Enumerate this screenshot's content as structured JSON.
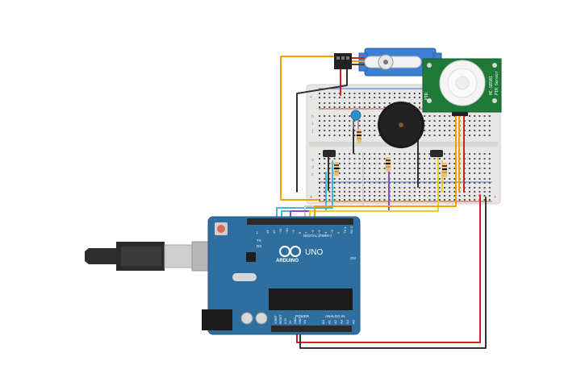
{
  "canvas": {
    "background": "#ffffff"
  },
  "colors": {
    "arduino_board": "#2f6f9f",
    "arduino_dark": "#245a83",
    "breadboard": "#e7e7e5",
    "servo_blue": "#3d7fd1",
    "pir_green": "#1f7a3a",
    "buzzer_black": "#1a1a1a",
    "wire_orange": "#f0a000",
    "wire_red": "#d42020",
    "wire_black": "#333333",
    "wire_cyan": "#46b6d8",
    "wire_purple": "#8a4bd1",
    "wire_yellow": "#f1cc1d"
  },
  "arduino": {
    "brand": "ARDUINO",
    "model": "UNO",
    "digital_header_label": "DIGITAL (PWM~)",
    "power_label": "POWER",
    "analog_label": "ANALOG IN",
    "on_label": "ON",
    "tx_label": "TX",
    "rx_label": "RX",
    "l_label": "L",
    "aref_label": "AREF",
    "gnd_label": "GND",
    "digital_pins": [
      "13",
      "12",
      "~11",
      "~10",
      "~9",
      "8",
      "7",
      "~6",
      "~5",
      "4",
      "~3",
      "2",
      "TX 1",
      "RX 0"
    ],
    "power_pins": [
      "IOREF",
      "RESET",
      "3.3V",
      "5V",
      "GND",
      "GND",
      "Vin"
    ],
    "analog_pins": [
      "A0",
      "A1",
      "A2",
      "A3",
      "A4",
      "A5"
    ]
  },
  "pir": {
    "vendor_label": "PIR Sensor",
    "model_label": "HC-SR501",
    "short_label": "PIR"
  },
  "icons": [
    "usb-plug-icon",
    "reset-button-icon",
    "arduino-logo-icon"
  ]
}
